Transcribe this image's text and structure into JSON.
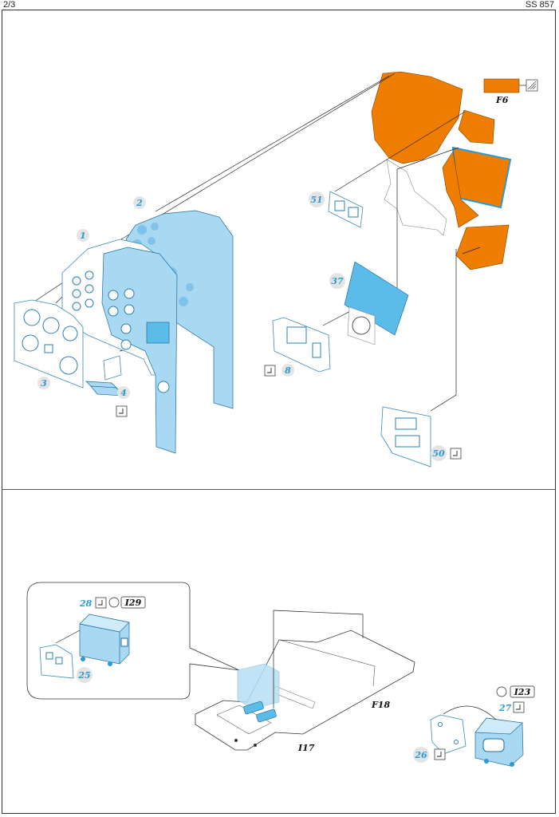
{
  "header": {
    "page": "2/3",
    "code": "SS 857"
  },
  "top_section": {
    "parts": [
      "1",
      "2",
      "3",
      "4",
      "8",
      "37",
      "50",
      "51"
    ],
    "color_ref": "F6"
  },
  "bottom_section": {
    "parts": [
      "25",
      "26",
      "27",
      "28"
    ],
    "refs": [
      "F18",
      "I17",
      "I23",
      "I29"
    ]
  },
  "colors": {
    "photo_etch": "#a9d8f3",
    "highlight": "#5bbce9",
    "paint": "#ef7d00",
    "label": "#2a9ad0"
  }
}
